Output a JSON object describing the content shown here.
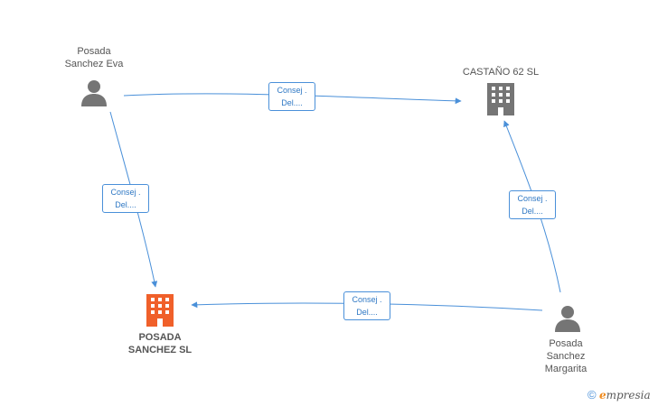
{
  "nodes": {
    "person_eva": {
      "lines": [
        "Posada",
        "Sanchez Eva"
      ]
    },
    "company_castano": {
      "lines": [
        "CASTAÑO 62 SL"
      ]
    },
    "company_posada": {
      "lines": [
        "POSADA",
        "SANCHEZ SL"
      ]
    },
    "person_margarita": {
      "lines": [
        "Posada",
        "Sanchez",
        "Margarita"
      ]
    }
  },
  "edges": [
    {
      "label_lines": [
        "Consej .",
        "Del...."
      ]
    },
    {
      "label_lines": [
        "Consej .",
        "Del...."
      ]
    },
    {
      "label_lines": [
        "Consej .",
        "Del...."
      ]
    },
    {
      "label_lines": [
        "Consej .",
        "Del...."
      ]
    }
  ],
  "colors": {
    "person": "#757575",
    "company_secondary": "#757575",
    "company_main": "#f0602a",
    "edge": "#4a90d9"
  },
  "brand": {
    "copyright": "©",
    "e": "e",
    "rest": "mpresia"
  }
}
